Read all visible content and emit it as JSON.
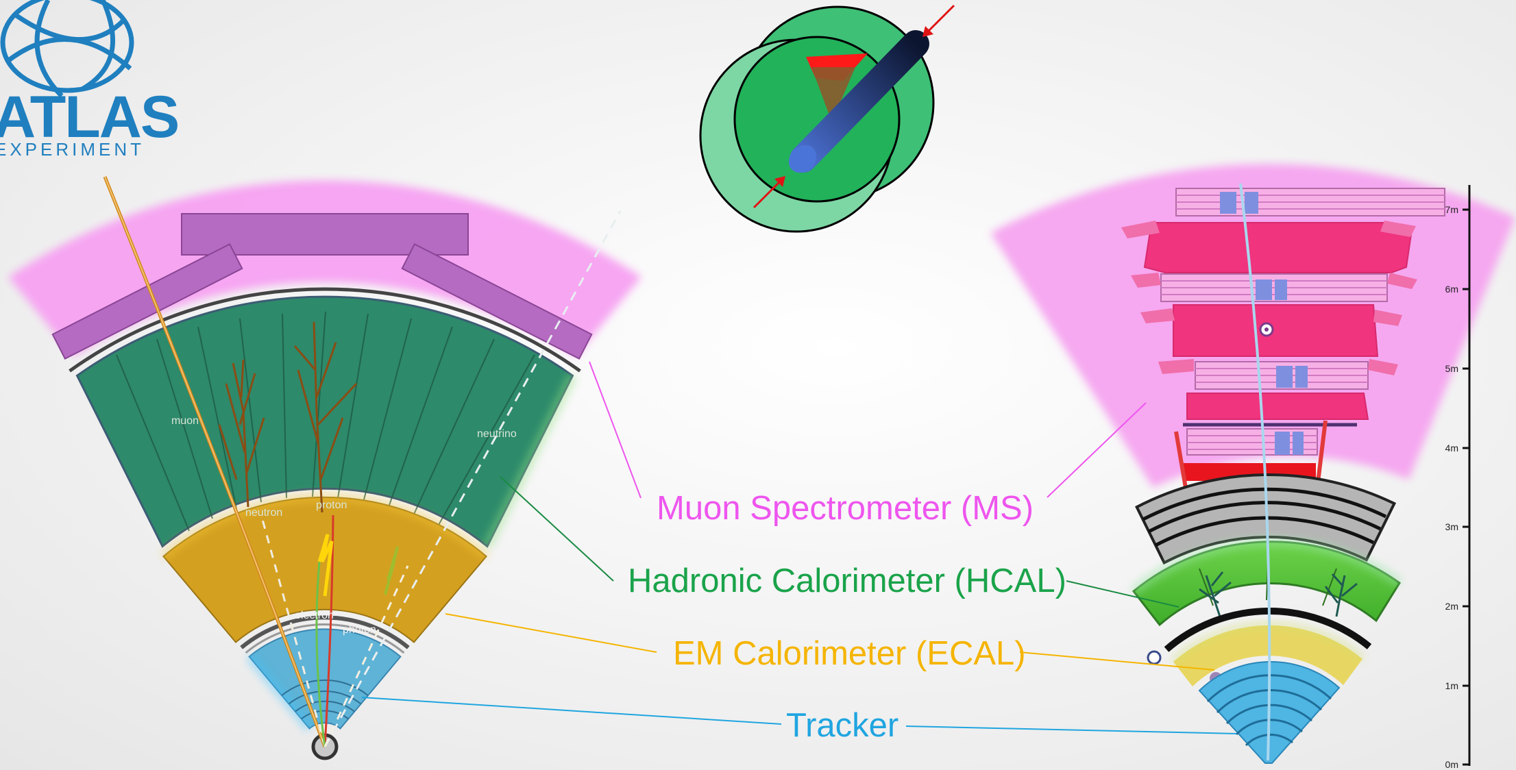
{
  "labels": {
    "ms": "Muon Spectrometer (MS)",
    "hcal": "Hadronic Calorimeter (HCAL)",
    "ecal": "EM Calorimeter (ECAL)",
    "tracker": "Tracker"
  },
  "particles": {
    "muon": "muon",
    "neutrino": "neutrino",
    "neutron": "neutron",
    "proton": "proton",
    "electron": "electron",
    "photon": "photon"
  },
  "logo": {
    "word": "ATLAS",
    "sub": "EXPERIMENT"
  },
  "scale": {
    "ticks": [
      "0m",
      "1m",
      "2m",
      "3m",
      "4m",
      "5m",
      "6m",
      "7m"
    ]
  },
  "colors": {
    "ms": "#ee55ee",
    "hcal": "#1aa34a",
    "ecal": "#f5b400",
    "tracker": "#1fa5e0",
    "logo": "#1f7fbf"
  }
}
